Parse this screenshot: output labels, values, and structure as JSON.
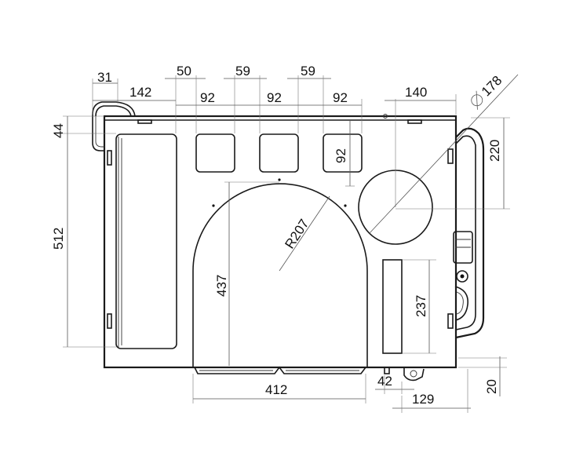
{
  "dimensions": {
    "top_31": "31",
    "top_142": "142",
    "top_50": "50",
    "top_92a": "92",
    "top_59a": "59",
    "top_92b": "92",
    "top_59b": "59",
    "top_92c": "92",
    "top_140": "140",
    "diameter": "178",
    "left_44": "44",
    "left_512": "512",
    "right_220": "220",
    "hole_92": "92",
    "radius": "R207",
    "height_437": "437",
    "height_237": "237",
    "bottom_412": "412",
    "bottom_42": "42",
    "bottom_129": "129",
    "right_20": "20"
  },
  "symbols": {
    "diameter_symbol": "diameter-symbol-icon"
  }
}
